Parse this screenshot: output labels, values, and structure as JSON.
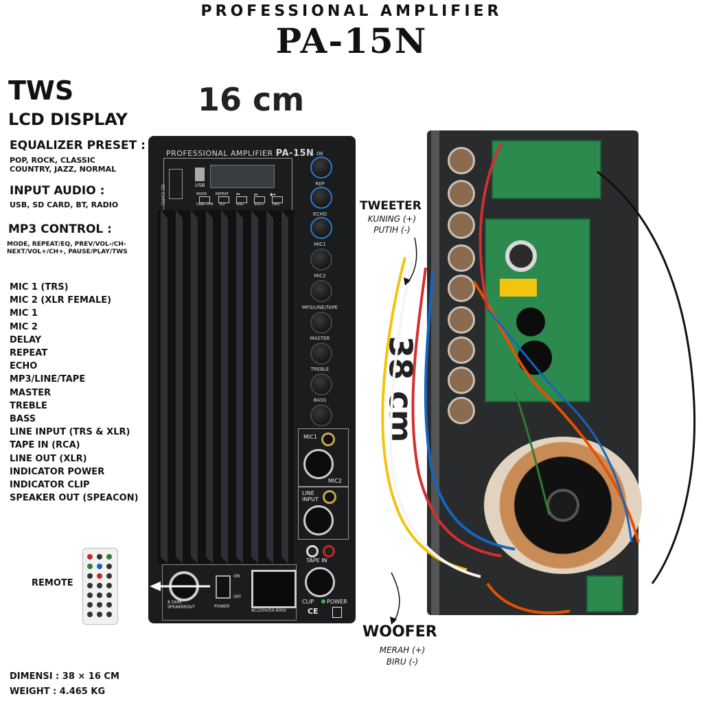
{
  "header": {
    "subtitle": "PROFESSIONAL AMPLIFIER",
    "model": "PA-15N"
  },
  "left": {
    "tws": "TWS",
    "lcd": "LCD DISPLAY",
    "eq_title": "EQUALIZER PRESET :",
    "eq_line1": "POP, ROCK, CLASSIC",
    "eq_line2": "COUNTRY, JAZZ, NORMAL",
    "input_title": "INPUT AUDIO :",
    "input_line": "USB, SD CARD, BT, RADIO",
    "mp3_title": "MP3 CONTROL :",
    "mp3_line1": "MODE, REPEAT/EQ, PREV/VOL-/CH-",
    "mp3_line2": "NEXT/VOL+/CH+, PAUSE/PLAY/TWS",
    "features": [
      "MIC 1 (TRS)",
      "MIC 2 (XLR FEMALE)",
      "MIC 1",
      "MIC 2",
      "DELAY",
      "REPEAT",
      "ECHO",
      "MP3/LINE/TAPE",
      "MASTER",
      "TREBLE",
      "BASS",
      "LINE INPUT (TRS & XLR)",
      "TAPE IN (RCA)",
      "LINE OUT (XLR)",
      "INDICATOR POWER",
      "INDICATOR CLIP",
      "SPEAKER OUT (SPEACON)"
    ],
    "remote": "REMOTE",
    "dimension": "DIMENSI : 38 × 16 CM",
    "weight": "WEIGHT : 4.465 KG"
  },
  "sizes": {
    "width": "16 cm",
    "height": "38 cm"
  },
  "panel": {
    "title_prefix": "PROFESSIONAL AMPLIFIER",
    "title_model": "PA-15N",
    "sd_card": "SD CARD",
    "usb": "USB",
    "buttons": [
      "USB⟷FM",
      "EQ",
      "VOL-",
      "VOL+",
      "TWS"
    ],
    "buttons_top": [
      "MODE",
      "REPEAT",
      "⏮",
      "⏭",
      "▶⏸"
    ],
    "knobs": [
      "MIC1",
      "MIC2",
      "MP3/LINE/TAPE",
      "MASTER",
      "TREBLE",
      "BASS"
    ],
    "top_knobs": [
      "DE",
      "REP",
      "ECHO"
    ],
    "mic1": "MIC1",
    "mic2": "MIC2",
    "line_input": "LINE INPUT",
    "tape_in": "TAPE IN",
    "clip": "CLIP",
    "power_led": "POWER",
    "speaker_out": "8 OHM SPEAKEROUT",
    "power_label": "POWER",
    "on": "ON",
    "off": "OFF",
    "ac": "AC220V/50-60Hz",
    "ce": "CE"
  },
  "callouts": {
    "tweeter": "TWEETER",
    "tweeter_pos": "KUNING (+)",
    "tweeter_neg": "PUTIH (-)",
    "woofer": "WOOFER",
    "woofer_pos": "MERAH (+)",
    "woofer_neg": "BIRU (-)"
  }
}
